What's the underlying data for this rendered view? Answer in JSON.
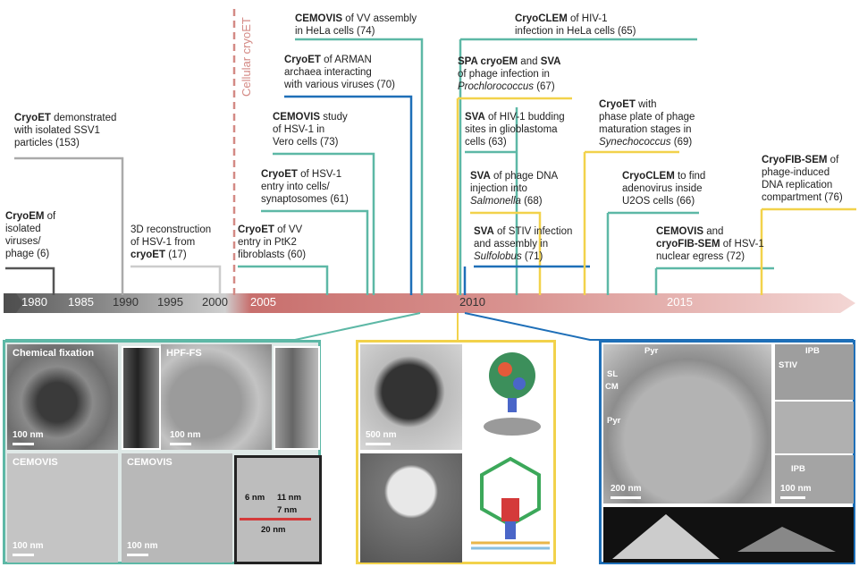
{
  "timeline": {
    "years": [
      "1980",
      "1985",
      "1990",
      "1995",
      "2000",
      "2005",
      "2010",
      "2015"
    ],
    "era_label": "Cellular cryoET"
  },
  "events": [
    {
      "id": "cryoem-isolated",
      "lines": [
        [
          "CryoEM",
          " of"
        ],
        [
          "isolated"
        ],
        [
          "viruses/"
        ],
        [
          "phage (6)"
        ]
      ]
    },
    {
      "id": "cryoet-ssv1",
      "lines": [
        [
          "CryoET",
          " demonstrated"
        ],
        [
          "with isolated SSV1"
        ],
        [
          "particles (153)"
        ]
      ]
    },
    {
      "id": "hsv1-3d",
      "lines": [
        [
          "3D reconstruction"
        ],
        [
          "of HSV-1 from"
        ],
        [
          "cryoET",
          " (17)"
        ]
      ]
    },
    {
      "id": "cryoet-vv-entry",
      "lines": [
        [
          "CryoET",
          " of VV"
        ],
        [
          "entry in PtK2"
        ],
        [
          "fibroblasts (60)"
        ]
      ]
    },
    {
      "id": "cryoet-hsv1-entry",
      "lines": [
        [
          "CryoET",
          " of HSV-1"
        ],
        [
          "entry into cells/"
        ],
        [
          "synaptosomes (61)"
        ]
      ]
    },
    {
      "id": "cemovis-hsv1",
      "lines": [
        [
          "CEMOVIS",
          " study"
        ],
        [
          "of HSV-1 in"
        ],
        [
          "Vero cells (73)"
        ]
      ]
    },
    {
      "id": "cryoet-arman",
      "lines": [
        [
          "CryoET",
          " of ARMAN"
        ],
        [
          "archaea interacting"
        ],
        [
          "with various viruses (70)"
        ]
      ]
    },
    {
      "id": "cemovis-vv",
      "lines": [
        [
          "CEMOVIS",
          " of VV assembly"
        ],
        [
          "in HeLa cells (74)"
        ]
      ]
    },
    {
      "id": "cryoclem-hiv1",
      "lines": [
        [
          "CryoCLEM",
          " of HIV-1"
        ],
        [
          "infection in HeLa cells (65)"
        ]
      ]
    },
    {
      "id": "spa-sva-prochl",
      "lines": [
        [
          "SPA cryoEM",
          " and ",
          "SVA"
        ],
        [
          "of phage infection in"
        ],
        [
          "Prochlorococcus",
          " (67)"
        ]
      ]
    },
    {
      "id": "sva-hiv1",
      "lines": [
        [
          "SVA",
          " of HIV-1 budding"
        ],
        [
          "sites in glioblastoma"
        ],
        [
          "cells (63)"
        ]
      ]
    },
    {
      "id": "sva-salmonella",
      "lines": [
        [
          "SVA",
          " of phage DNA"
        ],
        [
          "injection into"
        ],
        [
          "Salmonella",
          " (68)"
        ]
      ]
    },
    {
      "id": "sva-stiv",
      "lines": [
        [
          "SVA",
          " of STIV infection"
        ],
        [
          "and assembly in"
        ],
        [
          "Sulfolobus",
          " (71)"
        ]
      ]
    },
    {
      "id": "cryoet-synecho",
      "lines": [
        [
          "CryoET",
          " with"
        ],
        [
          "phase plate of phage"
        ],
        [
          "maturation stages in"
        ],
        [
          "Synechococcus",
          " (69)"
        ]
      ]
    },
    {
      "id": "cryoclem-adeno",
      "lines": [
        [
          "CryoCLEM",
          " to find"
        ],
        [
          "adenovirus inside"
        ],
        [
          "U2OS cells (66)"
        ]
      ]
    },
    {
      "id": "cemovis-fibsem-hsv1",
      "lines": [
        [
          "CEMOVIS",
          " and"
        ],
        [
          "cryoFIB-SEM",
          " of HSV-1"
        ],
        [
          "nuclear egress (72)"
        ]
      ]
    },
    {
      "id": "cryofib-sem-phage",
      "lines": [
        [
          "CryoFIB-SEM",
          " of"
        ],
        [
          "phage-induced"
        ],
        [
          "DNA replication"
        ],
        [
          "compartment (76)"
        ]
      ]
    }
  ],
  "panels": {
    "left": {
      "titles": {
        "chem": "Chemical fixation",
        "hpf": "HPF-FS",
        "cemovis1": "CEMOVIS",
        "cemovis2": "CEMOVIS"
      },
      "scalebars": {
        "a": "100 nm",
        "b": "100 nm",
        "c": "100 nm",
        "d": "100 nm"
      },
      "measures": {
        "m1": "6 nm",
        "m2": "11 nm",
        "m3": "7 nm",
        "m4": "20 nm"
      }
    },
    "middle": {
      "scalebar": "500 nm"
    },
    "right": {
      "labels": {
        "pyr_top": "Pyr",
        "sl": "SL",
        "cm": "CM",
        "pyr_left": "Pyr",
        "stiv": "STIV",
        "ipb_top": "IPB",
        "ipb_bottom": "IPB"
      },
      "scalebars": {
        "a": "200 nm",
        "b": "100 nm"
      }
    }
  },
  "colors": {
    "teal": "#5db8a6",
    "yellow": "#f2d24b",
    "blue": "#1e6fb8",
    "gray": "#9a9a9a",
    "red": "#c9706e",
    "timeline_dark": "#555"
  }
}
